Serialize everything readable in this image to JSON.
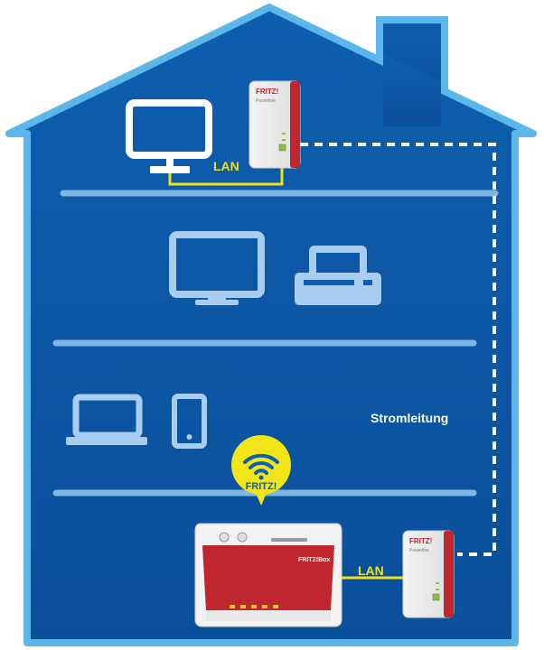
{
  "labels": {
    "lan_top": "LAN",
    "lan_bottom": "LAN",
    "stromleitung": "Stromleitung",
    "fritz_bubble": "FRITZ!",
    "adapter_brand": "FRITZ!",
    "adapter_sub": "Powerline",
    "router_brand": "FRITZ!Box"
  },
  "colors": {
    "house_fill": "#0a5aa8",
    "house_outline": "#5bb6ea",
    "floor_line": "#7fb6e6",
    "icon_light": "#a9cdf0",
    "cable": "#f0e21a",
    "dashed": "#ffffff",
    "router_red": "#c0262d",
    "bubble": "#f3e518"
  },
  "icons": [
    "desktop-monitor-icon",
    "tv-icon",
    "printer-icon",
    "laptop-icon",
    "smartphone-icon",
    "wifi-icon",
    "powerline-adapter-icon",
    "router-icon"
  ]
}
